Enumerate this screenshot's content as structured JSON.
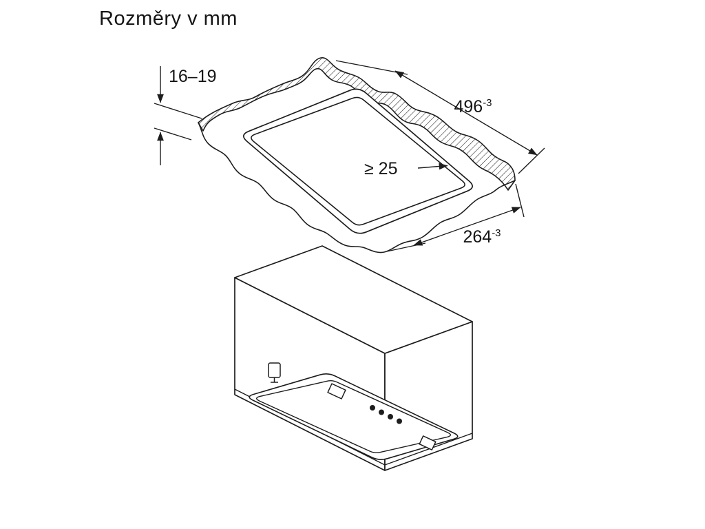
{
  "page": {
    "title": "Rozměry v mm",
    "background": "#ffffff",
    "line_color": "#1d1d1d"
  },
  "cutout_view": {
    "thickness_label": "16–19",
    "length_value": "496",
    "length_tolerance": "-3",
    "clearance_label": "≥ 25",
    "width_value": "264",
    "width_tolerance": "-3"
  }
}
